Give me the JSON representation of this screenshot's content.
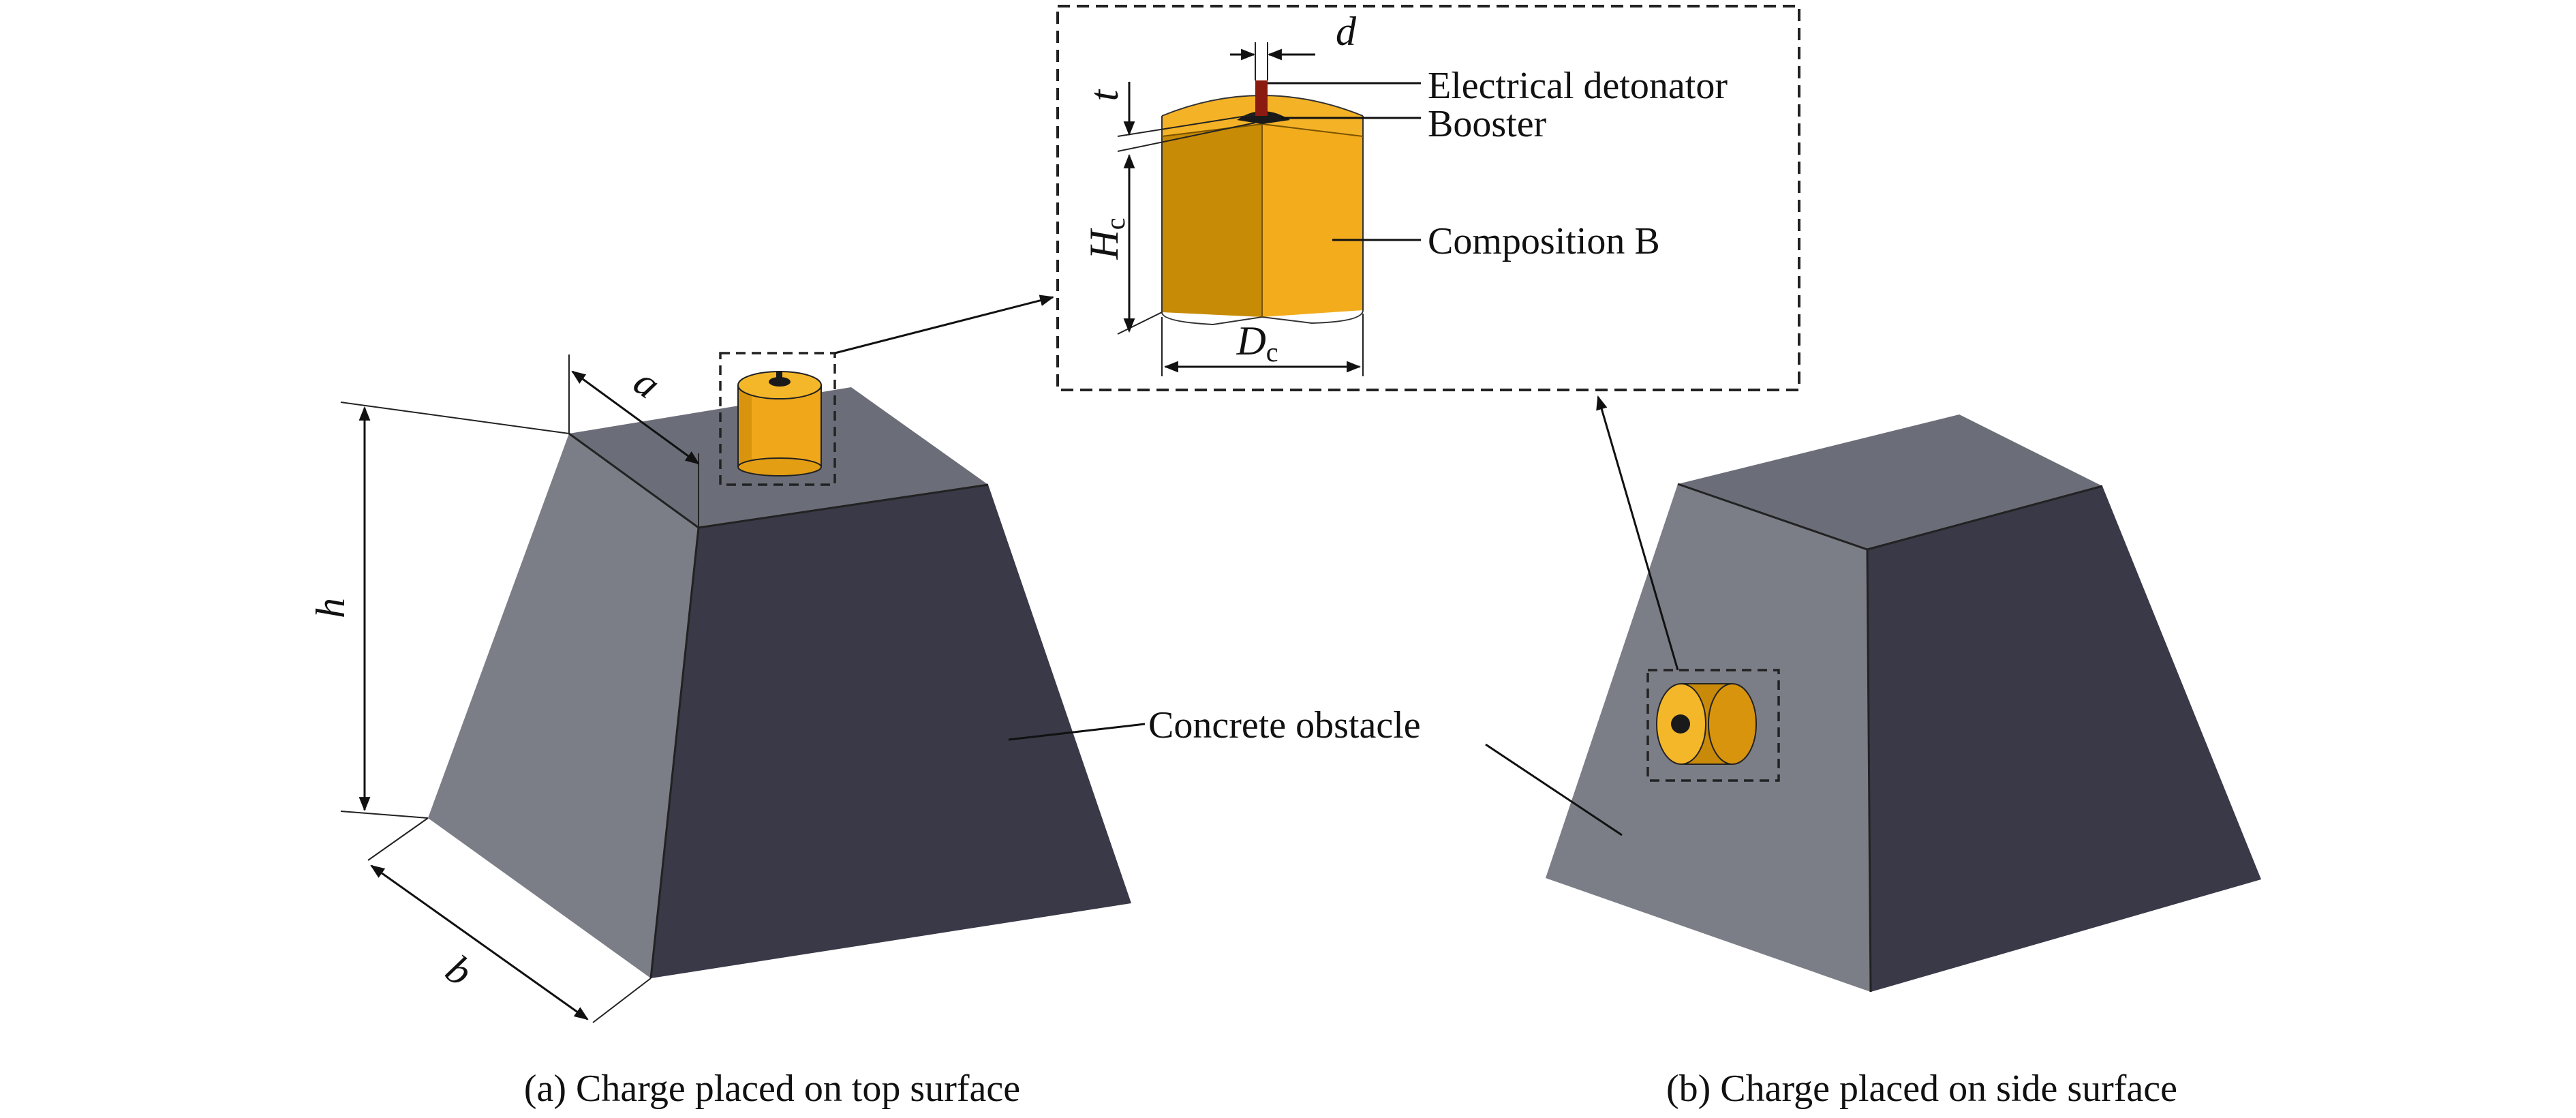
{
  "diagram": {
    "labels": {
      "electrical_detonator": "Electrical detonator",
      "booster": "Booster",
      "composition_b": "Composition B",
      "concrete_obstacle": "Concrete obstacle"
    },
    "dimensions": {
      "a": "a",
      "b": "b",
      "h": "h",
      "t": "t",
      "d": "d",
      "Hc_main": "H",
      "Hc_sub": "c",
      "Dc_main": "D",
      "Dc_sub": "c"
    },
    "captions": {
      "a": "(a) Charge placed on top surface",
      "b": "(b) Charge placed on side surface"
    },
    "colors": {
      "charge": "#f0a81a",
      "charge_dark": "#c98a0a",
      "concrete_top": "#6a6d78",
      "concrete_light": "#7c7f88",
      "concrete_dark": "#3a3a4a",
      "booster": "#1a1a1a",
      "detonator": "#8b1a10"
    }
  }
}
